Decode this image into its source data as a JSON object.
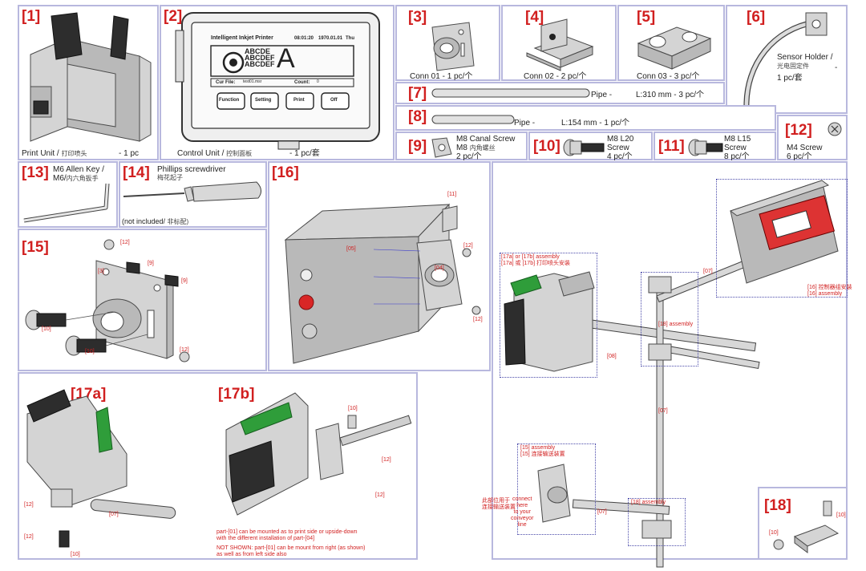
{
  "parts": {
    "p1": {
      "num": "[1]",
      "name": "Print Unit / ",
      "cn": "打印喷头",
      "qty": "- 1 pc"
    },
    "p2": {
      "num": "[2]",
      "name": "Control Unit / ",
      "cn": "控制面板",
      "qty": "- 1 pc/套",
      "screen_title": "Intelligent Inkjet Printer",
      "screen_time": "08:01:20",
      "screen_date": "1970.01.01",
      "screen_day": "Thu",
      "screen_sample": "ABCDE ABCDEF ABCDEF",
      "screen_big": "A",
      "cur_file_label": "Cur File:",
      "cur_file_value": "test01.msr",
      "count_label": "Count:",
      "count_value": "0",
      "btn_function": "Function",
      "btn_setting": "Setting",
      "btn_print": "Print",
      "btn_off": "Off"
    },
    "p3": {
      "num": "[3]",
      "name": "Conn 01 - 1 pc/个"
    },
    "p4": {
      "num": "[4]",
      "name": "Conn 02 - 2  pc/个"
    },
    "p5": {
      "num": "[5]",
      "name": "Conn 03 - 3 pc/个"
    },
    "p6": {
      "num": "[6]",
      "name": "Sensor Holder /",
      "cn": "光电固定件",
      "dash": "-",
      "qty": "1 pc/套"
    },
    "p7": {
      "num": "[7]",
      "name": "Pipe -",
      "spec": "L:310 mm - 3 pc/个"
    },
    "p8": {
      "num": "[8]",
      "name": "Pipe -",
      "spec": "L:154 mm - 1 pc/个"
    },
    "p9": {
      "num": "[9]",
      "name": "M8 Canal Screw",
      "cn_prefix": "M8",
      "cn": "内角螺丝",
      "qty": "2 pc/个"
    },
    "p10": {
      "num": "[10]",
      "name": "M8 L20",
      "name2": "Screw",
      "qty": "4 pc/个"
    },
    "p11": {
      "num": "[11]",
      "name": "M8 L15",
      "name2": "Screw",
      "qty": "8 pc/个"
    },
    "p12": {
      "num": "[12]",
      "name": "M4 Screw",
      "qty": "6 pc/个"
    },
    "p13": {
      "num": "[13]",
      "name": "M6 Allen Key /",
      "name2": "M6/",
      "cn": "内六角扳手"
    },
    "p14": {
      "num": "[14]",
      "name": "Phillips screwdriver",
      "cn": "梅花起子",
      "note": "(not included/ ",
      "note_cn": "非标配)"
    },
    "p15": {
      "num": "[15]",
      "callouts": [
        "[12]",
        "[9]",
        "[3]",
        "[9]",
        "[10]",
        "[10]",
        "[12]"
      ]
    },
    "p16": {
      "num": "[16]",
      "callouts": [
        "[11]",
        "[12]",
        "[04]",
        "[12]",
        "[05]"
      ]
    },
    "p17a": {
      "num": "[17a]",
      "callouts": [
        "[12]",
        "[07]",
        "[12]",
        "[10]"
      ],
      "note": "part-[01] mounted"
    },
    "p17b": {
      "num": "[17b]",
      "callouts": [
        "[10]",
        "[12]",
        "[12]"
      ],
      "note1": "part-[01] can be mounted as to print side or upside-down",
      "note2": "with the different installation of part-[04]",
      "note3": "NOT SHOWN: part-[01] can be mount from right (as shown)",
      "note4": "as well as from left side also"
    },
    "p18": {
      "num": "[18]",
      "callouts": [
        "[10]",
        "[10]"
      ]
    }
  },
  "assembly": {
    "a17": "[17a] or [17b] assembly",
    "a17_cn": "[17a] 或 [17b] 打印喷头安装",
    "a16": "[16] 控制器组安装",
    "a16_en": "[16] assembly",
    "a18mid": "[18] assembly",
    "a15": "[15] assembly",
    "a15_cn": "[15] 连接输送装置",
    "a18low": "[18] assembly",
    "connect": [
      "connect",
      "here",
      "to your",
      "conveyor",
      "line"
    ],
    "connect_cn": [
      "此部位用于",
      "连接输送装置"
    ],
    "pipe_labels": [
      "[08]",
      "[07]",
      "[07]",
      "[07]"
    ]
  }
}
